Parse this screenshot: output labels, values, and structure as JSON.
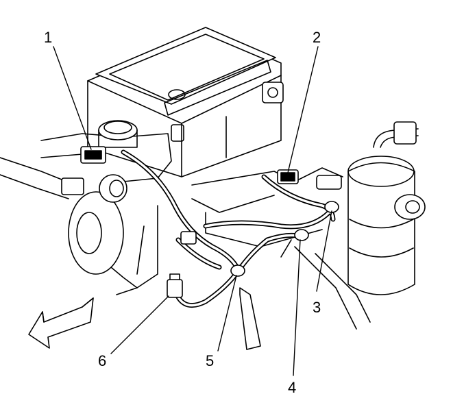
{
  "diagram": {
    "callouts": [
      {
        "id": "1",
        "label": "1"
      },
      {
        "id": "2",
        "label": "2"
      },
      {
        "id": "3",
        "label": "3"
      },
      {
        "id": "4",
        "label": "4"
      },
      {
        "id": "5",
        "label": "5"
      },
      {
        "id": "6",
        "label": "6"
      }
    ],
    "direction_arrow": "front-arrow-icon"
  }
}
